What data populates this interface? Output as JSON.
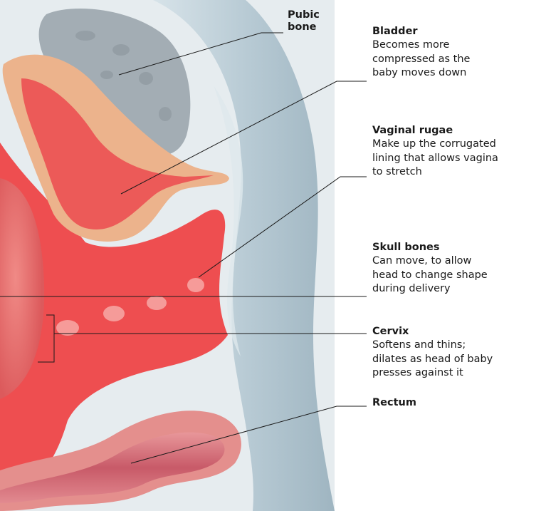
{
  "labels": {
    "pubic_bone": {
      "title": "Pubic\nbone"
    },
    "bladder": {
      "title": "Bladder",
      "desc": "Becomes more\ncompressed as the\nbaby moves down"
    },
    "vaginal_rugae": {
      "title": "Vaginal rugae",
      "desc": "Make up the corrugated\nlining that allows vagina\nto stretch"
    },
    "skull_bones": {
      "title": "Skull bones",
      "desc": "Can move, to allow\nhead to change shape\nduring delivery"
    },
    "cervix": {
      "title": "Cervix",
      "desc": "Softens and thins;\ndilates as head of baby\npresses against it"
    },
    "rectum": {
      "title": "Rectum"
    }
  },
  "colors": {
    "background": "#e6ecef",
    "pubic_bone": "#a3adb4",
    "spine_tissue": "#bccdd6",
    "bladder_outer": "#ecb38c",
    "bladder_inner": "#ec5a58",
    "tissue_red": "#ee4e50",
    "baby_head": "#e36c6c",
    "rectum": "#d97e84",
    "leader_line": "#1a1a1a"
  }
}
